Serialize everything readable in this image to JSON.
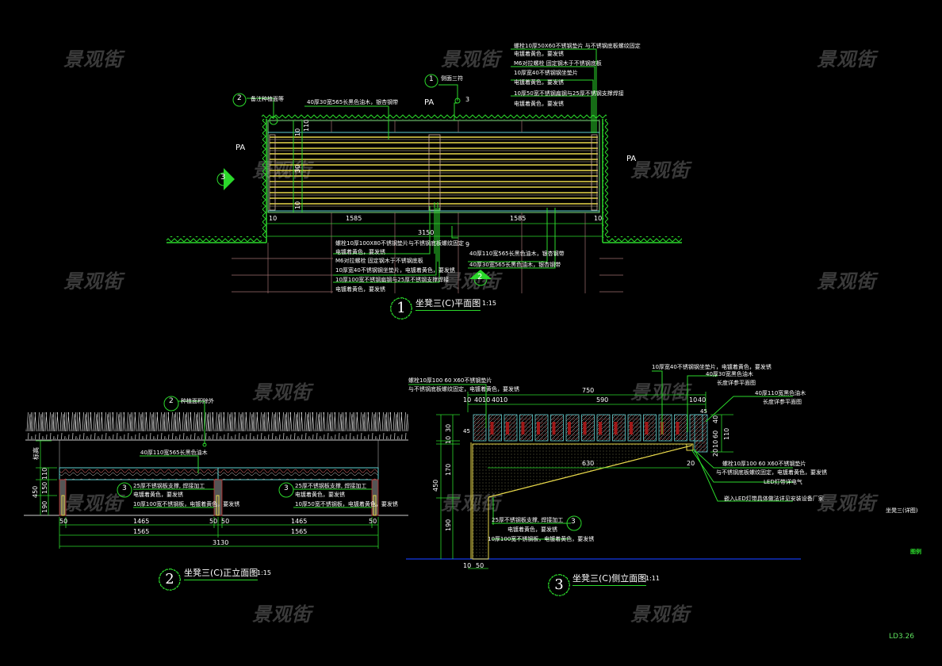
{
  "watermark": "景观街",
  "colors": {
    "background": "#000000",
    "line_green": "#2bd82b",
    "wood_yellow": "#e8d84a",
    "cyan": "#5fd0d0",
    "red": "#c02020",
    "ground_blue": "#1030c0"
  },
  "plan": {
    "title": "坐凳三(C)平面图",
    "number": "1",
    "scale": "1:15",
    "area_labels": [
      "PA",
      "PA",
      "PA"
    ],
    "callout_top_ref": {
      "num": "1",
      "label": "侧面三符"
    },
    "callout_left_ref": {
      "num": "2",
      "label": "备注种植面等"
    },
    "section_marker_left": "3",
    "section_marker_bottom": "2",
    "ref_small": "3",
    "ref_bottom": "9",
    "top_notes": [
      "螺栓10厚50X60不锈钢垫片 与不锈钢底板螺纹固定",
      "电镀着黄色，要发锈",
      "M6对拉螺栓 固定钢木于不锈钢底板",
      "10厚宽40不锈钢钢坐垫片",
      "电镀着黄色，要发锈",
      "10厚50宽不锈钢扁钢与25厚不锈钢支撑焊接",
      "电镀着黄色，要发锈"
    ],
    "top_wood_note": "40厚30宽565长黑色油木，银杏钢带",
    "bottom_notes_left": [
      "螺栓10厚100X80不锈钢垫片与不锈钢底板螺纹固定",
      "电镀着黄色，要发锈",
      "M6对拉螺栓 固定钢木于不锈钢底板",
      "10厚宽40不锈钢钢坐垫片，电镀着黄色，要发锈",
      "10厚100宽不锈钢扁钢与25厚不锈钢支撑焊接",
      "电镀着黄色，要发锈"
    ],
    "bottom_notes_right": [
      "40厚110宽565长黑色油木，银杏钢带",
      "40厚30宽565长黑色油木，银杏钢带"
    ],
    "dims": {
      "left_end": "10",
      "span_left": "1585",
      "span_right": "1585",
      "right_end": "10",
      "total": "3150",
      "v_top": "110",
      "v_mid": "10",
      "v_a": "30",
      "v_b": "10"
    }
  },
  "front": {
    "title": "坐凳三(C)正立面图",
    "number": "2",
    "scale": "1:15",
    "callout_top": {
      "num": "2",
      "label": "种植面积除外"
    },
    "wood_note": "40厚110宽565长黑色油木",
    "left_notes": [
      "25厚不锈钢板支撑, 焊接加工",
      "电镀着黄色，要发锈",
      "10厚100宽不锈钢板，电镀着黄色，要发锈"
    ],
    "right_notes": [
      "25厚不锈钢板支撑, 焊接加工",
      "电镀着黄色，要发锈",
      "10厚50宽不锈钢板，电镀着黄色，要发锈"
    ],
    "ref_num": "3",
    "v_dims": {
      "top": "标高",
      "total": "450",
      "a": "110",
      "b": "150",
      "c": "190"
    },
    "h_dims": [
      "50",
      "1465",
      "50",
      "50",
      "1465",
      "50"
    ],
    "h_sub": [
      "1565",
      "1565"
    ],
    "h_total": "3130"
  },
  "side": {
    "title": "坐凳三(C)侧立面图",
    "number": "3",
    "scale": "1:11",
    "top_left_notes": [
      "螺栓10厚100 60 X60不锈钢垫片",
      "与不锈钢底板螺纹固定，电镀着黄色，要发锈"
    ],
    "top_right_notes": [
      "10厚宽40不锈钢钢坐垫片，电镀着黄色，要发锈",
      "40厚30宽黑色油木",
      "长度详参平面图"
    ],
    "right_note_a": [
      "40厚110宽黑色油木",
      "长度详参平面图"
    ],
    "right_notes_b": [
      "螺栓10厚100 60 X60不锈钢垫片",
      "与不锈钢底板螺纹固定，电镀着黄色，要发锈",
      "LED灯带详电气",
      "嵌入LED灯带具体做法详见安装设备厂家"
    ],
    "support_notes": [
      "25厚不锈钢板支撑, 焊接加工",
      "电镀着黄色，要发锈",
      "10厚100宽不锈钢板，电镀着黄色，要发锈"
    ],
    "ref_num": "3",
    "dims_top": {
      "total": "750",
      "a": "10",
      "b": "40",
      "c": "10",
      "d": "40",
      "e": "10",
      "mid": "590",
      "f": "10",
      "g": "40"
    },
    "dims_right": {
      "a": "40",
      "b": "60",
      "c": "10",
      "d": "20",
      "total": "110"
    },
    "dims_left": {
      "a": "30",
      "b": "10",
      "c": "170",
      "d": "190",
      "total": "450"
    },
    "dims_bottom": {
      "a": "10",
      "b": "50"
    },
    "inner_dim": "630",
    "small_dim": "20",
    "angle_a": "45",
    "angle_b": "45"
  },
  "sidebar": {
    "legend": "坐凳三(详图)",
    "tag": "图例"
  },
  "sheet_code": "LD3.26"
}
